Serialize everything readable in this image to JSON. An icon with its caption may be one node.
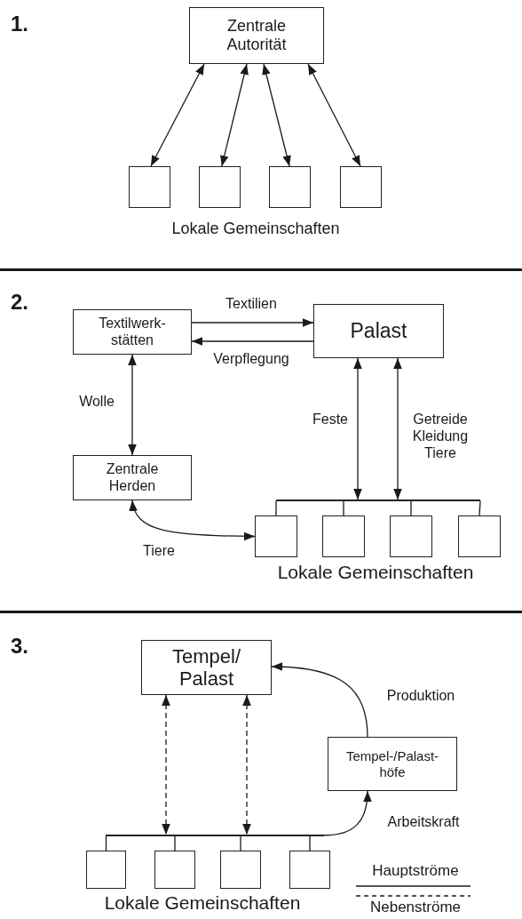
{
  "diagram": {
    "nodes": [
      {
        "text": [
          "Zentrale Autorität"
        ]
      },
      {
        "text": [],
        "shape": "box"
      },
      {
        "text": [],
        "shape": "box"
      },
      {
        "text": [],
        "shape": "box"
      },
      {
        "text": [],
        "shape": "box"
      },
      {
        "text": [
          "Textilwerk- stätten"
        ]
      },
      {
        "text": [
          "Palast"
        ]
      },
      {
        "text": [
          "Zentrale Herden"
        ]
      },
      {
        "text": [],
        "shape": "bar"
      },
      {
        "text": [],
        "shape": "box"
      },
      {
        "text": [],
        "shape": "box"
      },
      {
        "text": [],
        "shape": "box"
      },
      {
        "text": [],
        "shape": "box"
      },
      {
        "text": [
          "Tempel/ Palast"
        ]
      },
      {
        "text": [
          "Tempel-/Palast- höfe"
        ]
      },
      {
        "text": [],
        "shape": "bar"
      },
      {
        "text": [],
        "shape": "box"
      },
      {
        "text": [],
        "shape": "box"
      },
      {
        "text": [],
        "shape": "box"
      },
      {
        "text": [],
        "shape": "box"
      }
    ],
    "edges": [
      {
        "from": 0,
        "to": 1,
        "arrow": "both"
      },
      {
        "from": 0,
        "to": 2,
        "arrow": "both"
      },
      {
        "from": 0,
        "to": 3,
        "arrow": "both"
      },
      {
        "from": 0,
        "to": 4,
        "arrow": "both"
      },
      {
        "from": 5,
        "to": 6,
        "arrow": "to",
        "label": "Textilien"
      },
      {
        "from": 6,
        "to": 5,
        "arrow": "to",
        "label": "Verpflegung"
      },
      {
        "from": 5,
        "to": 7,
        "arrow": "both",
        "label": "Wolle"
      },
      {
        "from": 6,
        "to": 8,
        "arrow": "both",
        "label": "Feste"
      },
      {
        "from": 6,
        "to": 8,
        "arrow": "both",
        "label": "Getreide Kleidung Tiere"
      },
      {
        "from": 8,
        "to": 9,
        "arrow": "none"
      },
      {
        "from": 8,
        "to": 10,
        "arrow": "none"
      },
      {
        "from": 8,
        "to": 11,
        "arrow": "none"
      },
      {
        "from": 8,
        "to": 12,
        "arrow": "none"
      },
      {
        "from": 7,
        "to": 9,
        "arrow": "both",
        "label": "Tiere"
      },
      {
        "from": 13,
        "to": 15,
        "arrow": "both",
        "style": "dashed"
      },
      {
        "from": 13,
        "to": 15,
        "arrow": "both",
        "style": "dashed"
      },
      {
        "from": 15,
        "to": 16,
        "arrow": "none"
      },
      {
        "from": 15,
        "to": 17,
        "arrow": "none"
      },
      {
        "from": 15,
        "to": 18,
        "arrow": "none"
      },
      {
        "from": 15,
        "to": 19,
        "arrow": "none"
      },
      {
        "from": 15,
        "to": 14,
        "arrow": "to",
        "label": "Arbeitskraft"
      },
      {
        "from": 14,
        "to": 13,
        "arrow": "to",
        "label": "Produktion"
      }
    ],
    "labels": [
      "1.",
      "Lokale Gemeinschaften",
      "2.",
      "Lokale Gemeinschaften",
      "3.",
      "Lokale Gemeinschaften"
    ],
    "legend": [
      {
        "text": "Hauptströme"
      },
      {
        "text": "Nebenströme"
      }
    ]
  }
}
